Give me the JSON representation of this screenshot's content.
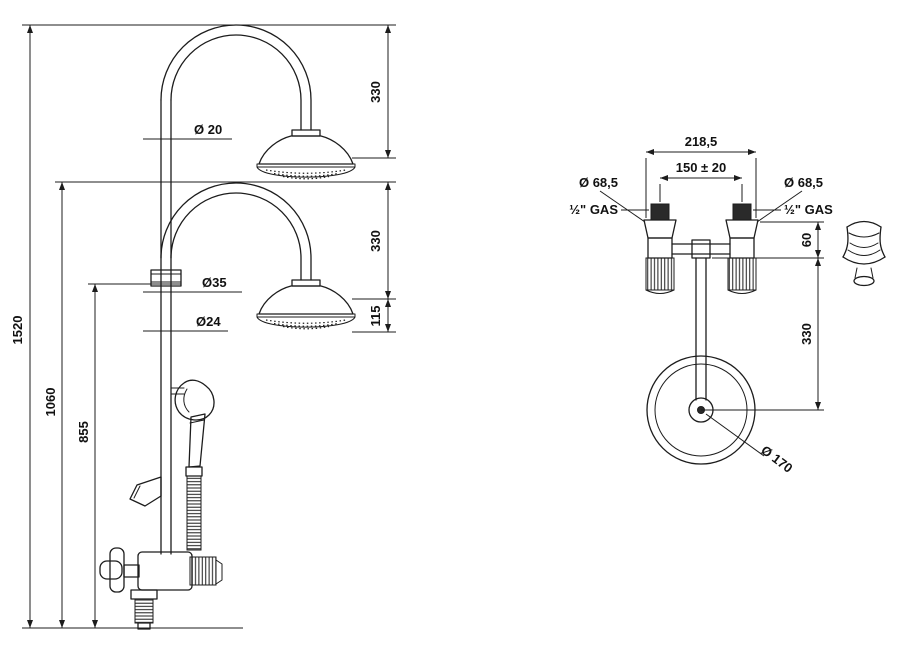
{
  "page": {
    "background": "#ffffff",
    "ink": "#1c1c1c"
  },
  "left_view": {
    "name": "shower column front view",
    "dim_total_height": "1520",
    "dim_height_1060": "1060",
    "dim_height_855": "855",
    "dim_top_arm_drop": "330",
    "dim_mid_arm_drop": "330",
    "dim_head_depth": "115",
    "label_pipe_diameter": "Ø 20",
    "label_union_diameter": "Ø35",
    "label_lower_diameter": "Ø24"
  },
  "right_view": {
    "name": "wall unions and hand shower view",
    "dim_overall_width": "218,5",
    "dim_union_centers": "150 ± 20",
    "label_left_flange": "Ø 68,5",
    "label_right_flange": "Ø 68,5",
    "label_left_thread": "½\" GAS",
    "label_right_thread": "½\" GAS",
    "dim_drop_60": "60",
    "dim_hose_330": "330",
    "label_handset_diameter": "Ø 170"
  }
}
